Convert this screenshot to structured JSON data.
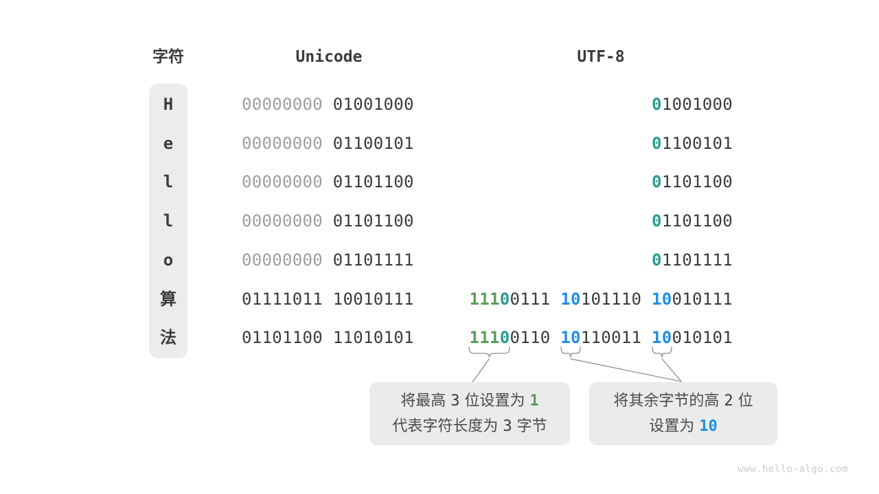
{
  "header": {
    "char_header": "字符",
    "unicode_header": "Unicode",
    "utf8_header": "UTF-8"
  },
  "rows": [
    {
      "char": "H",
      "unicode": [
        {
          "t": "00000000",
          "c": "gray"
        },
        {
          "t": "01001000",
          "c": "dark"
        }
      ],
      "utf8": [
        [
          {
            "t": "0",
            "c": "teal"
          },
          {
            "t": "1001000",
            "c": "dark"
          }
        ]
      ]
    },
    {
      "char": "e",
      "unicode": [
        {
          "t": "00000000",
          "c": "gray"
        },
        {
          "t": "01100101",
          "c": "dark"
        }
      ],
      "utf8": [
        [
          {
            "t": "0",
            "c": "teal"
          },
          {
            "t": "1100101",
            "c": "dark"
          }
        ]
      ]
    },
    {
      "char": "l",
      "unicode": [
        {
          "t": "00000000",
          "c": "gray"
        },
        {
          "t": "01101100",
          "c": "dark"
        }
      ],
      "utf8": [
        [
          {
            "t": "0",
            "c": "teal"
          },
          {
            "t": "1101100",
            "c": "dark"
          }
        ]
      ]
    },
    {
      "char": "l",
      "unicode": [
        {
          "t": "00000000",
          "c": "gray"
        },
        {
          "t": "01101100",
          "c": "dark"
        }
      ],
      "utf8": [
        [
          {
            "t": "0",
            "c": "teal"
          },
          {
            "t": "1101100",
            "c": "dark"
          }
        ]
      ]
    },
    {
      "char": "o",
      "unicode": [
        {
          "t": "00000000",
          "c": "gray"
        },
        {
          "t": "01101111",
          "c": "dark"
        }
      ],
      "utf8": [
        [
          {
            "t": "0",
            "c": "teal"
          },
          {
            "t": "1101111",
            "c": "dark"
          }
        ]
      ]
    },
    {
      "char": "算",
      "unicode": [
        {
          "t": "01111011",
          "c": "dark"
        },
        {
          "t": "10010111",
          "c": "dark"
        }
      ],
      "utf8": [
        [
          {
            "t": "111",
            "c": "green"
          },
          {
            "t": "0",
            "c": "teal"
          },
          {
            "t": "0111",
            "c": "dark"
          }
        ],
        [
          {
            "t": "10",
            "c": "blue"
          },
          {
            "t": "101110",
            "c": "dark"
          }
        ],
        [
          {
            "t": "10",
            "c": "blue"
          },
          {
            "t": "010111",
            "c": "dark"
          }
        ]
      ]
    },
    {
      "char": "法",
      "unicode": [
        {
          "t": "01101100",
          "c": "dark"
        },
        {
          "t": "11010101",
          "c": "dark"
        }
      ],
      "utf8": [
        [
          {
            "t": "111",
            "c": "green"
          },
          {
            "t": "0",
            "c": "teal"
          },
          {
            "t": "0110",
            "c": "dark"
          }
        ],
        [
          {
            "t": "10",
            "c": "blue"
          },
          {
            "t": "110011",
            "c": "dark"
          }
        ],
        [
          {
            "t": "10",
            "c": "blue"
          },
          {
            "t": "010101",
            "c": "dark"
          }
        ]
      ]
    }
  ],
  "callouts": [
    {
      "lines": [
        [
          {
            "t": "将最高 ",
            "c": "text"
          },
          {
            "t": "3",
            "c": "num"
          },
          {
            "t": " 位设置为 ",
            "c": "text"
          },
          {
            "t": "1",
            "c": "num-green"
          }
        ],
        [
          {
            "t": "代表字符长度为 ",
            "c": "text"
          },
          {
            "t": "3",
            "c": "num"
          },
          {
            "t": " 字节",
            "c": "text"
          }
        ]
      ]
    },
    {
      "lines": [
        [
          {
            "t": "将其余字节的高 ",
            "c": "text"
          },
          {
            "t": "2",
            "c": "num"
          },
          {
            "t": " 位",
            "c": "text"
          }
        ],
        [
          {
            "t": "设置为 ",
            "c": "text"
          },
          {
            "t": "10",
            "c": "num-blue"
          }
        ]
      ]
    }
  ],
  "watermark": "www.hello-algo.com",
  "colors": {
    "binary_dark": "#3b3b3b",
    "binary_gray": "#9e9e9e",
    "prefix_green": "#5a9e58",
    "prefix_teal": "#2a9d8f",
    "prefix_blue": "#1e8fe5",
    "cell_background": "#ececec",
    "callout_background": "#ebebeb",
    "annotation_stroke": "#8c8c8c"
  }
}
